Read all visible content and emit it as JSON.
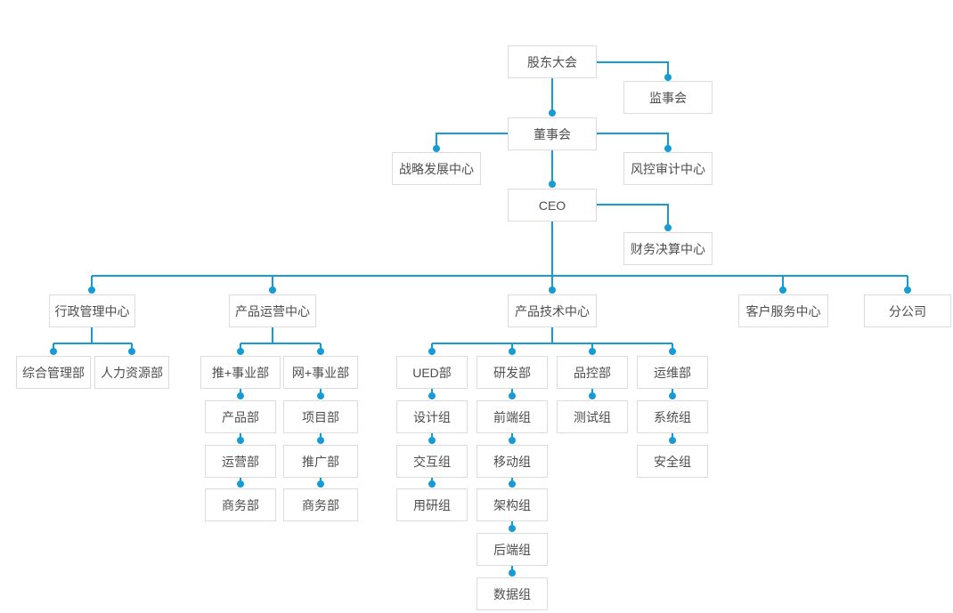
{
  "chart_title": "",
  "colors": {
    "line": "#169bd5",
    "dot": "#169bd5",
    "node_border": "#dcdcdc",
    "node_background": "#ffffff",
    "node_text": "#4d4d4d",
    "page_background": "#ffffff"
  },
  "nodes": [
    {
      "id": "shareholders-meeting",
      "label": "股东大会"
    },
    {
      "id": "supervisory-board",
      "label": "监事会"
    },
    {
      "id": "board-of-directors",
      "label": "董事会"
    },
    {
      "id": "strategic-development-center",
      "label": "战略发展中心"
    },
    {
      "id": "risk-control-audit-center",
      "label": "风控审计中心"
    },
    {
      "id": "ceo",
      "label": "CEO"
    },
    {
      "id": "financial-accounting-center",
      "label": "财务决算中心"
    },
    {
      "id": "administrative-management-center",
      "label": "行政管理中心"
    },
    {
      "id": "product-operations-center",
      "label": "产品运营中心"
    },
    {
      "id": "product-technology-center",
      "label": "产品技术中心"
    },
    {
      "id": "customer-service-center",
      "label": "客户服务中心"
    },
    {
      "id": "branch-company",
      "label": "分公司"
    },
    {
      "id": "general-management-dept",
      "label": "综合管理部"
    },
    {
      "id": "human-resources-dept",
      "label": "人力资源部"
    },
    {
      "id": "tui-plus-business-dept",
      "label": "推+事业部"
    },
    {
      "id": "wang-plus-business-dept",
      "label": "网+事业部"
    },
    {
      "id": "ued-dept",
      "label": "UED部"
    },
    {
      "id": "rd-dept",
      "label": "研发部"
    },
    {
      "id": "quality-control-dept",
      "label": "品控部"
    },
    {
      "id": "ops-maintenance-dept",
      "label": "运维部"
    },
    {
      "id": "product-dept",
      "label": "产品部"
    },
    {
      "id": "project-dept",
      "label": "项目部"
    },
    {
      "id": "design-group",
      "label": "设计组"
    },
    {
      "id": "frontend-group",
      "label": "前端组"
    },
    {
      "id": "testing-group",
      "label": "测试组"
    },
    {
      "id": "system-group",
      "label": "系统组"
    },
    {
      "id": "operations-dept",
      "label": "运营部"
    },
    {
      "id": "promotion-dept",
      "label": "推广部"
    },
    {
      "id": "interaction-group",
      "label": "交互组"
    },
    {
      "id": "mobile-group",
      "label": "移动组"
    },
    {
      "id": "security-group",
      "label": "安全组"
    },
    {
      "id": "business-dept-1",
      "label": "商务部"
    },
    {
      "id": "business-dept-2",
      "label": "商务部"
    },
    {
      "id": "user-research-group",
      "label": "用研组"
    },
    {
      "id": "architecture-group",
      "label": "架构组"
    },
    {
      "id": "backend-group",
      "label": "后端组"
    },
    {
      "id": "data-group",
      "label": "数据组"
    }
  ],
  "hierarchy": {
    "label": "股东大会",
    "children": [
      {
        "label": "监事会"
      },
      {
        "label": "董事会",
        "children": [
          {
            "label": "战略发展中心"
          },
          {
            "label": "风控审计中心"
          },
          {
            "label": "CEO",
            "children": [
              {
                "label": "财务决算中心"
              },
              {
                "label": "行政管理中心",
                "children": [
                  {
                    "label": "综合管理部"
                  },
                  {
                    "label": "人力资源部"
                  }
                ]
              },
              {
                "label": "产品运营中心",
                "children": [
                  {
                    "label": "推+事业部",
                    "chain": [
                      "产品部",
                      "运营部",
                      "商务部"
                    ]
                  },
                  {
                    "label": "网+事业部",
                    "chain": [
                      "项目部",
                      "推广部",
                      "商务部"
                    ]
                  }
                ]
              },
              {
                "label": "产品技术中心",
                "children": [
                  {
                    "label": "UED部",
                    "chain": [
                      "设计组",
                      "交互组",
                      "用研组"
                    ]
                  },
                  {
                    "label": "研发部",
                    "chain": [
                      "前端组",
                      "移动组",
                      "架构组",
                      "后端组",
                      "数据组"
                    ]
                  },
                  {
                    "label": "品控部",
                    "chain": [
                      "测试组"
                    ]
                  },
                  {
                    "label": "运维部",
                    "chain": [
                      "系统组",
                      "安全组"
                    ]
                  }
                ]
              },
              {
                "label": "客户服务中心"
              },
              {
                "label": "分公司"
              }
            ]
          }
        ]
      }
    ]
  }
}
